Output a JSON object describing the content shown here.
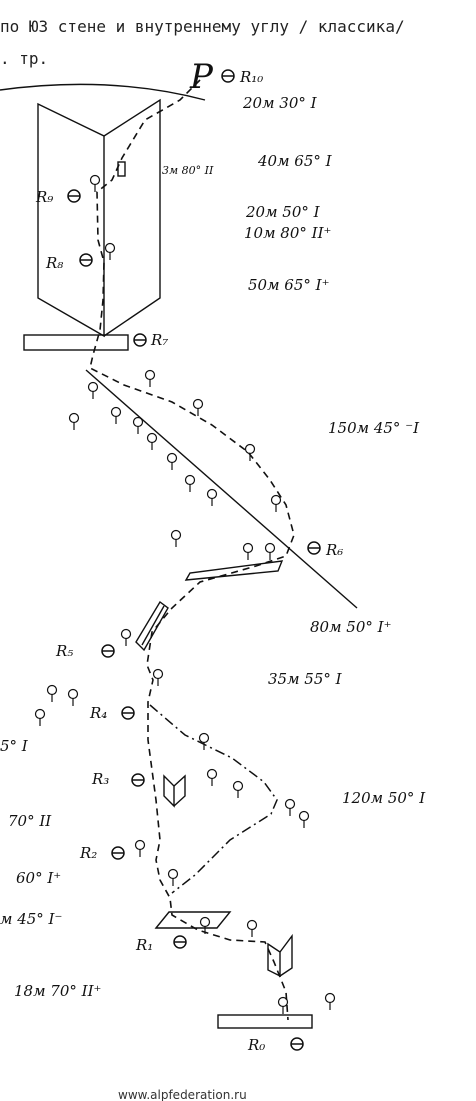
{
  "header": {
    "line1": "по ЮЗ стене и внутреннему углу  / классика/",
    "line2": ". тр."
  },
  "summit": {
    "letter": "Р",
    "label": "R₁₀"
  },
  "belays": {
    "r0": "R₀",
    "r1": "R₁",
    "r2": "R₂",
    "r3": "R₃",
    "r4": "R₄",
    "r5": "R₅",
    "r6": "R₆",
    "r7": "R₇",
    "r8": "R₈",
    "r9": "R₉"
  },
  "pitches_right": [
    "20м 30° I",
    "40м 65° I",
    "3м 80° II",
    "20м 50° I",
    "10м 80° II⁺",
    "50м 65° I⁺",
    "150м 45° ⁻I",
    "80м 50° I⁺",
    "35м 55° I",
    "120м 50° I"
  ],
  "pitches_left": [
    "5° I",
    "70° II",
    "60° I⁺",
    "м 45° I⁻",
    "18м 70° II⁺"
  ],
  "icons": {
    "belay": "belay-symbol-icon",
    "tree": "tree-icon",
    "summit_flag": "flag-icon",
    "dihedral": "dihedral-icon",
    "ledge": "ledge-icon"
  },
  "footer": {
    "url": "www.alpfederation.ru"
  }
}
